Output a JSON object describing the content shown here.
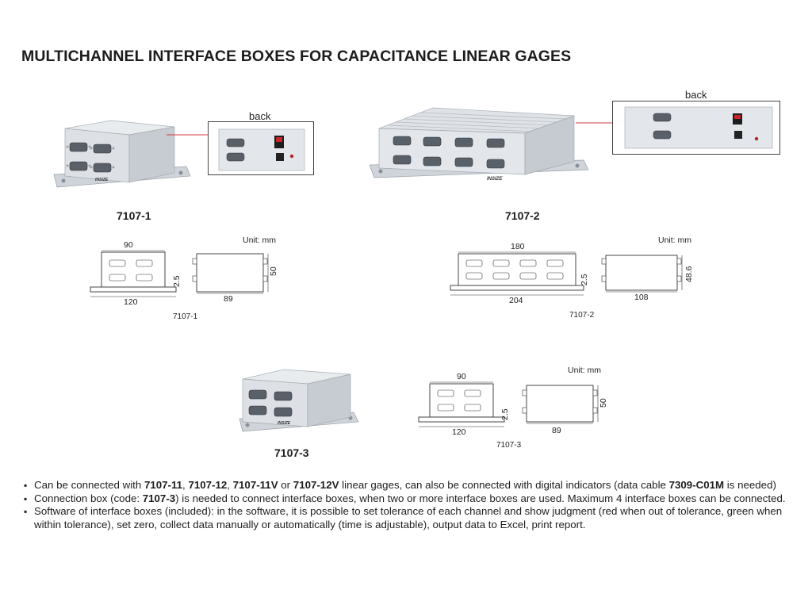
{
  "title": "MULTICHANNEL INTERFACE BOXES FOR CAPACITANCE LINEAR GAGES",
  "products": [
    {
      "model": "7107-1",
      "back_label": "back",
      "logo": "INSIZE",
      "drawing": {
        "unit": "Unit: mm",
        "top_width": "90",
        "base_width": "120",
        "flange": "2.5",
        "depth": "89",
        "height": "50",
        "caption": "7107-1"
      }
    },
    {
      "model": "7107-2",
      "back_label": "back",
      "logo": "INSIZE",
      "drawing": {
        "unit": "Unit: mm",
        "top_width": "180",
        "base_width": "204",
        "flange": "2.5",
        "depth": "108",
        "height": "48.6",
        "caption": "7107-2"
      }
    },
    {
      "model": "7107-3",
      "logo": "INSIZE",
      "drawing": {
        "unit": "Unit: mm",
        "top_width": "90",
        "base_width": "120",
        "flange": "2.5",
        "depth": "89",
        "height": "50",
        "caption": "7107-3"
      }
    }
  ],
  "bullets": {
    "b1": {
      "t1": "Can be connected with ",
      "m1": "7107-11",
      "s1": ", ",
      "m2": "7107-12",
      "s2": ", ",
      "m3": "7107-11V",
      "s3": " or ",
      "m4": "7107-12V",
      "t2": " linear gages, can also be connected with digital indicators (data cable ",
      "m5": "7309-C01M",
      "t3": " is needed)"
    },
    "b2": {
      "t1": "Connection box (code: ",
      "m1": "7107-3",
      "t2": ") is needed to connect interface boxes, when two or more interface boxes are used. Maximum 4 interface boxes can be connected."
    },
    "b3": {
      "t1": "Software of interface boxes (included): in the software, it is possible to set tolerance of each channel and show judgment (red when out of tolerance, green when within tolerance), set zero, collect data manually or automatically (time is adjustable), output data to Excel, print report."
    }
  },
  "icons": [
    "db9-connector-icon",
    "power-switch-icon",
    "dc-jack-icon",
    "led-icon"
  ],
  "colors": {
    "callout_line": "#d0383e",
    "switch_red": "#c8262b",
    "box_metal": "#d9dde2"
  }
}
